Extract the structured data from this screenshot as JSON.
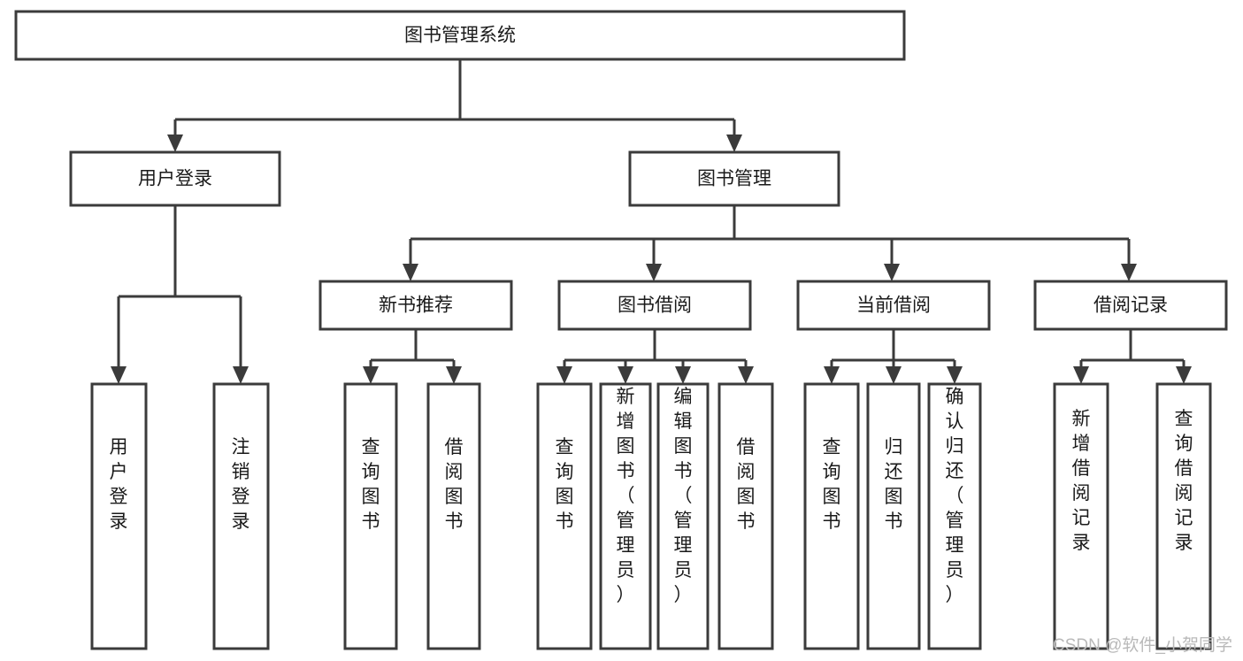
{
  "diagram": {
    "title": "图书管理系统",
    "type": "tree",
    "orientation": "top-down",
    "watermark": "CSDN @软件_小贺同学",
    "colors": {
      "background": "#ffffff",
      "box_stroke": "#3b3b3b",
      "box_fill": "#ffffff",
      "text": "#1a1a1a",
      "connector": "#3b3b3b",
      "watermark": "#b9b9b9"
    },
    "levels": [
      {
        "level": 1,
        "nodes": [
          {
            "id": "root",
            "label": "图书管理系统",
            "orientation": "horizontal"
          }
        ]
      },
      {
        "level": 2,
        "nodes": [
          {
            "id": "user-login",
            "label": "用户登录",
            "orientation": "horizontal",
            "parent": "root"
          },
          {
            "id": "book-manage",
            "label": "图书管理",
            "orientation": "horizontal",
            "parent": "root"
          }
        ]
      },
      {
        "level": 3,
        "nodes": [
          {
            "id": "new-book-rec",
            "label": "新书推荐",
            "orientation": "horizontal",
            "parent": "book-manage"
          },
          {
            "id": "book-borrow",
            "label": "图书借阅",
            "orientation": "horizontal",
            "parent": "book-manage"
          },
          {
            "id": "current-borrow",
            "label": "当前借阅",
            "orientation": "horizontal",
            "parent": "book-manage"
          },
          {
            "id": "borrow-record",
            "label": "借阅记录",
            "orientation": "horizontal",
            "parent": "book-manage"
          }
        ]
      },
      {
        "level": 4,
        "nodes": [
          {
            "id": "leaf-user-login",
            "label": "用户登录",
            "orientation": "vertical",
            "parent": "user-login"
          },
          {
            "id": "leaf-user-logout",
            "label": "注销登录",
            "orientation": "vertical",
            "parent": "user-login"
          },
          {
            "id": "leaf-rec-query",
            "label": "查询图书",
            "orientation": "vertical",
            "parent": "new-book-rec"
          },
          {
            "id": "leaf-rec-borrow",
            "label": "借阅图书",
            "orientation": "vertical",
            "parent": "new-book-rec"
          },
          {
            "id": "leaf-borrow-query",
            "label": "查询图书",
            "orientation": "vertical",
            "parent": "book-borrow"
          },
          {
            "id": "leaf-borrow-add",
            "label": "新增图书（管理员）",
            "orientation": "vertical",
            "parent": "book-borrow"
          },
          {
            "id": "leaf-borrow-edit",
            "label": "编辑图书（管理员）",
            "orientation": "vertical",
            "parent": "book-borrow"
          },
          {
            "id": "leaf-borrow-lend",
            "label": "借阅图书",
            "orientation": "vertical",
            "parent": "book-borrow"
          },
          {
            "id": "leaf-cur-query",
            "label": "查询图书",
            "orientation": "vertical",
            "parent": "current-borrow"
          },
          {
            "id": "leaf-cur-return",
            "label": "归还图书",
            "orientation": "vertical",
            "parent": "current-borrow"
          },
          {
            "id": "leaf-cur-confirm",
            "label": "确认归还（管理员）",
            "orientation": "vertical",
            "parent": "current-borrow"
          },
          {
            "id": "leaf-rec-add",
            "label": "新增借阅记录",
            "orientation": "vertical",
            "parent": "borrow-record"
          },
          {
            "id": "leaf-rec-query2",
            "label": "查询借阅记录",
            "orientation": "vertical",
            "parent": "borrow-record"
          }
        ]
      }
    ]
  }
}
